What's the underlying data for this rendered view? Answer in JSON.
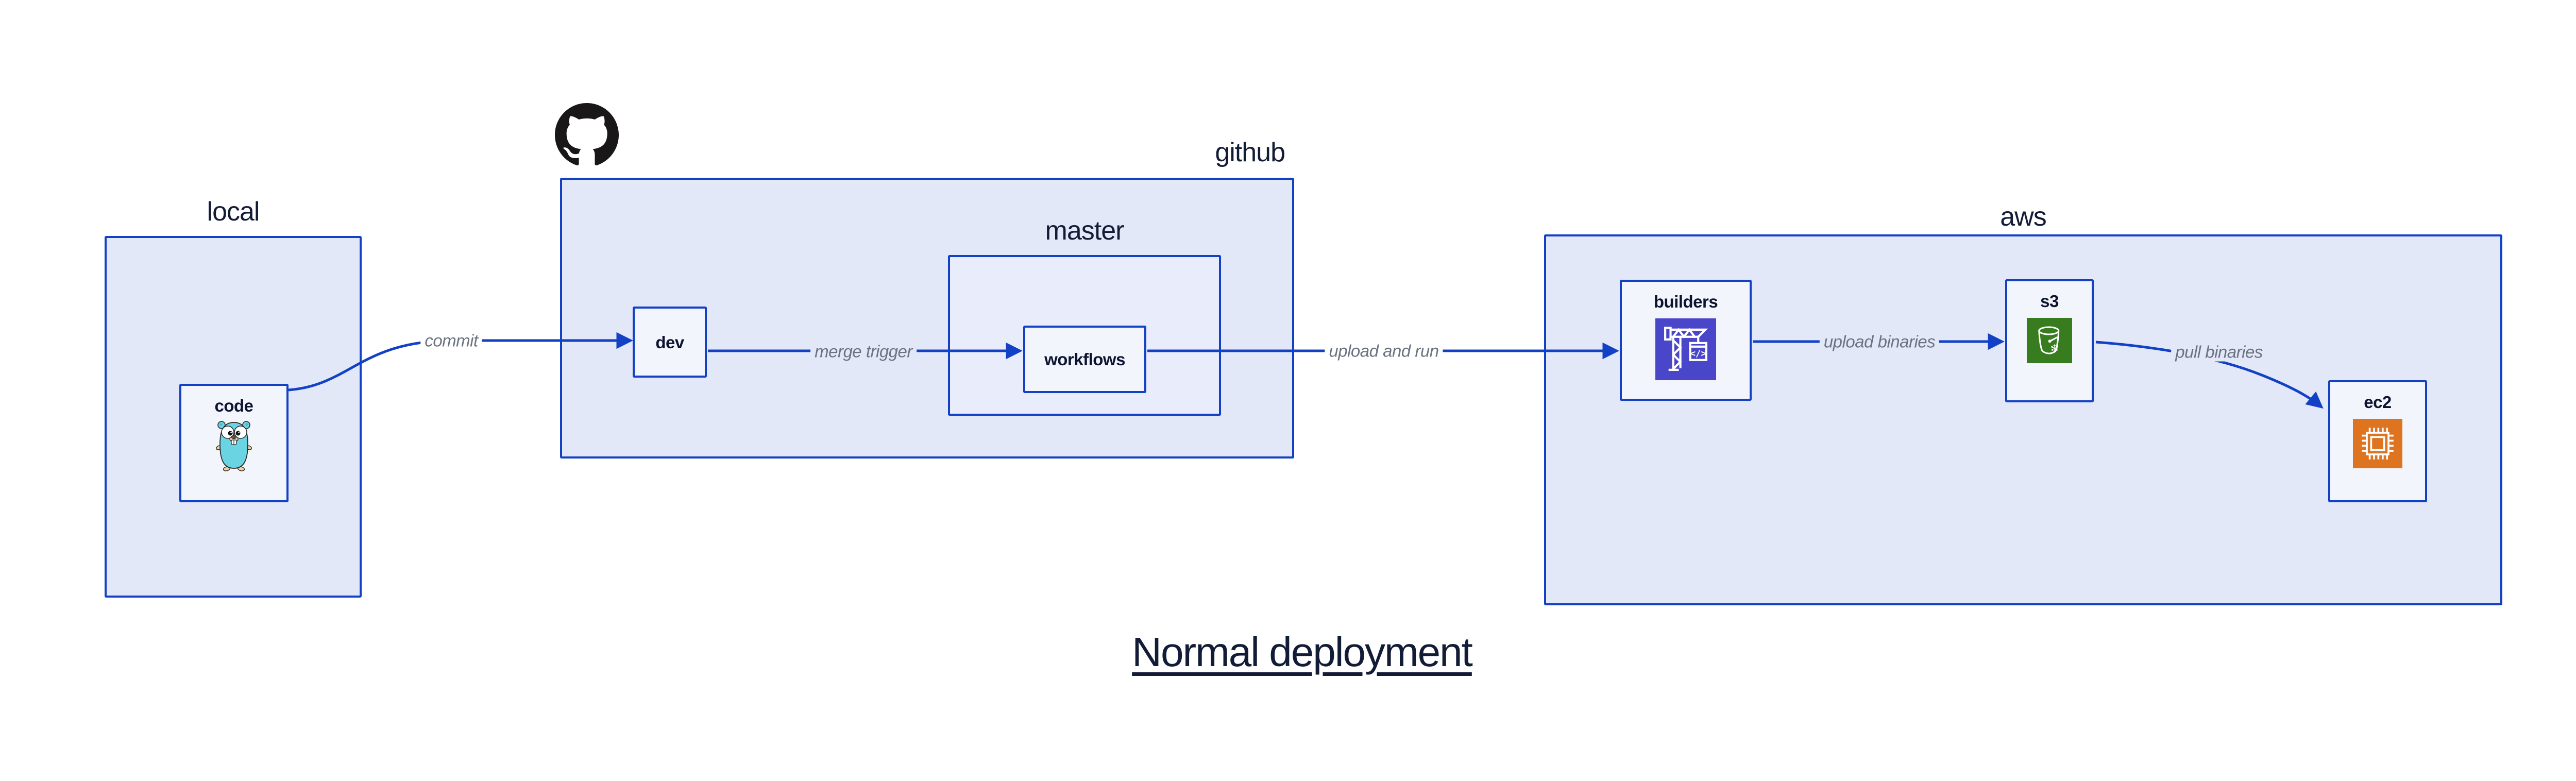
{
  "title": "Normal deployment",
  "colors": {
    "blue": "#1341c6",
    "container-fill": "#e2e8f8",
    "master-fill": "#e9edfb",
    "node-fill": "#f3f5fc",
    "navy": "#131c36",
    "navy-dark": "#0c1430",
    "label-gray": "#6b7280",
    "octocat": "#191717",
    "builders-bg": "#4a46c9",
    "s3-bg": "#377c1e",
    "ec2-bg": "#de7420",
    "gopher-teal": "#6bd4e2",
    "gopher-tan": "#f2d3a0"
  },
  "containers": {
    "local": {
      "label": "local"
    },
    "github": {
      "label": "github"
    },
    "master": {
      "label": "master"
    },
    "aws": {
      "label": "aws"
    }
  },
  "nodes": {
    "code": {
      "label": "code"
    },
    "dev": {
      "label": "dev"
    },
    "workflows": {
      "label": "workflows"
    },
    "builders": {
      "label": "builders"
    },
    "s3": {
      "label": "s3"
    },
    "ec2": {
      "label": "ec2"
    }
  },
  "edges": {
    "commit": {
      "from": "code",
      "to": "dev",
      "label": "commit"
    },
    "merge": {
      "from": "dev",
      "to": "workflows",
      "label": "merge trigger"
    },
    "upload_run": {
      "from": "workflows",
      "to": "builders",
      "label": "upload and run"
    },
    "upload_binaries": {
      "from": "builders",
      "to": "s3",
      "label": "upload binaries"
    },
    "pull_binaries": {
      "from": "s3",
      "to": "ec2",
      "label": "pull binaries"
    }
  },
  "icons": {
    "octocat": "github-octocat",
    "gopher": "go-gopher",
    "builders": "codebuild-crane",
    "s3": "s3-bucket-snowflake",
    "ec2": "ec2-chip"
  }
}
